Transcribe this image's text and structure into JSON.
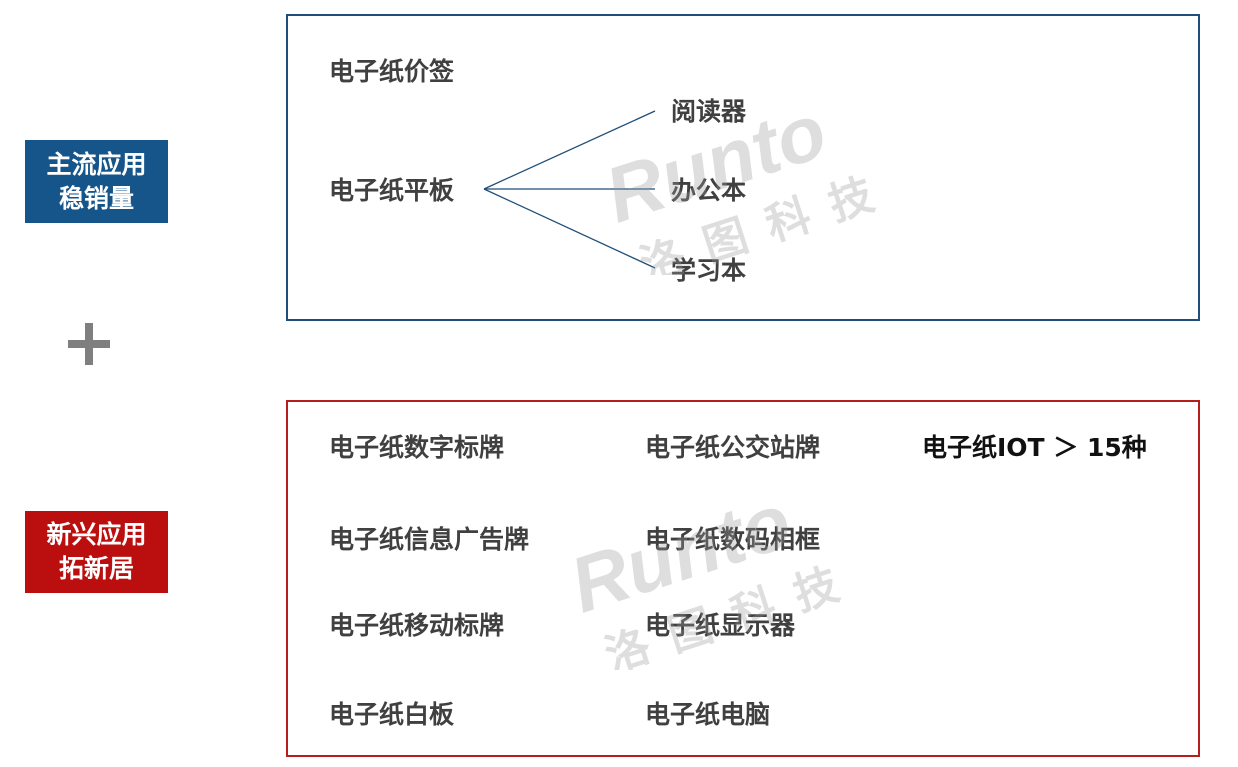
{
  "left_labels": {
    "mainstream": {
      "line1": "主流应用",
      "line2": "稳销量"
    },
    "emerging": {
      "line1": "新兴应用",
      "line2": "拓新居"
    }
  },
  "top_panel": {
    "items": {
      "price_tag": "电子纸价签",
      "tablet": "电子纸平板",
      "reader": "阅读器",
      "office_book": "办公本",
      "study_book": "学习本"
    }
  },
  "bottom_panel": {
    "items": {
      "digital_signage": "电子纸数字标牌",
      "bus_stop_sign": "电子纸公交站牌",
      "iot_summary": "电子纸IOT ＞ 15种",
      "info_ad_sign": "电子纸信息广告牌",
      "digital_frame": "电子纸数码相框",
      "mobile_sign": "电子纸移动标牌",
      "display": "电子纸显示器",
      "whiteboard": "电子纸白板",
      "computer": "电子纸电脑"
    }
  },
  "watermark": {
    "latin": "Runto",
    "cjk": "洛图科技"
  },
  "colors": {
    "blue": "#165589",
    "red": "#bb0f0f",
    "blue_border": "#1f4e79",
    "red_border": "#b41e1e",
    "text": "#404040",
    "plus": "#7f7f7f"
  }
}
